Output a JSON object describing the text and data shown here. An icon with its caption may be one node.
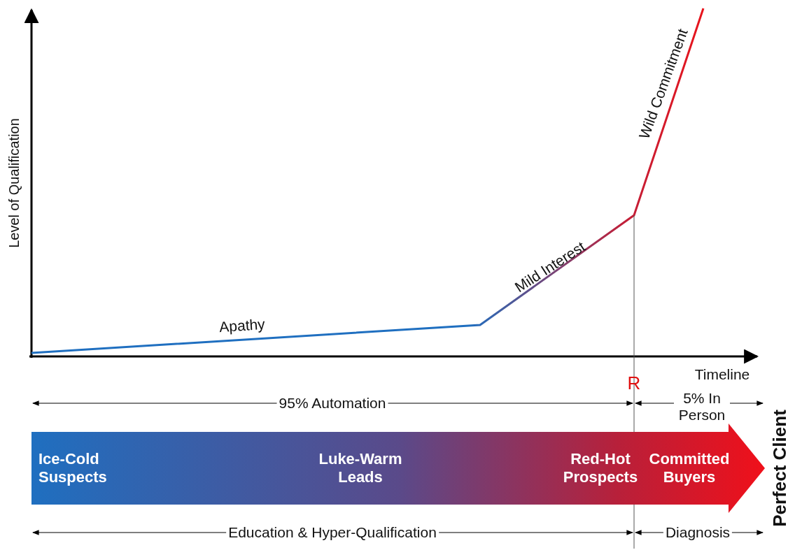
{
  "diagram": {
    "nodes": [
      {
        "text": [
          "Ice-Cold Suspects",
          "Luke-Warm Leads",
          "Red-Hot Prospects",
          "Committed Buyers"
        ]
      }
    ],
    "labels": [
      "Level of Qualification",
      "Wild Commitment",
      "Mild Interest",
      "Apathy",
      "Timeline",
      "R",
      "95% Automation",
      "5% In Person",
      "Education & Hyper-Qualification",
      "Diagnosis",
      "Perfect Client"
    ]
  }
}
